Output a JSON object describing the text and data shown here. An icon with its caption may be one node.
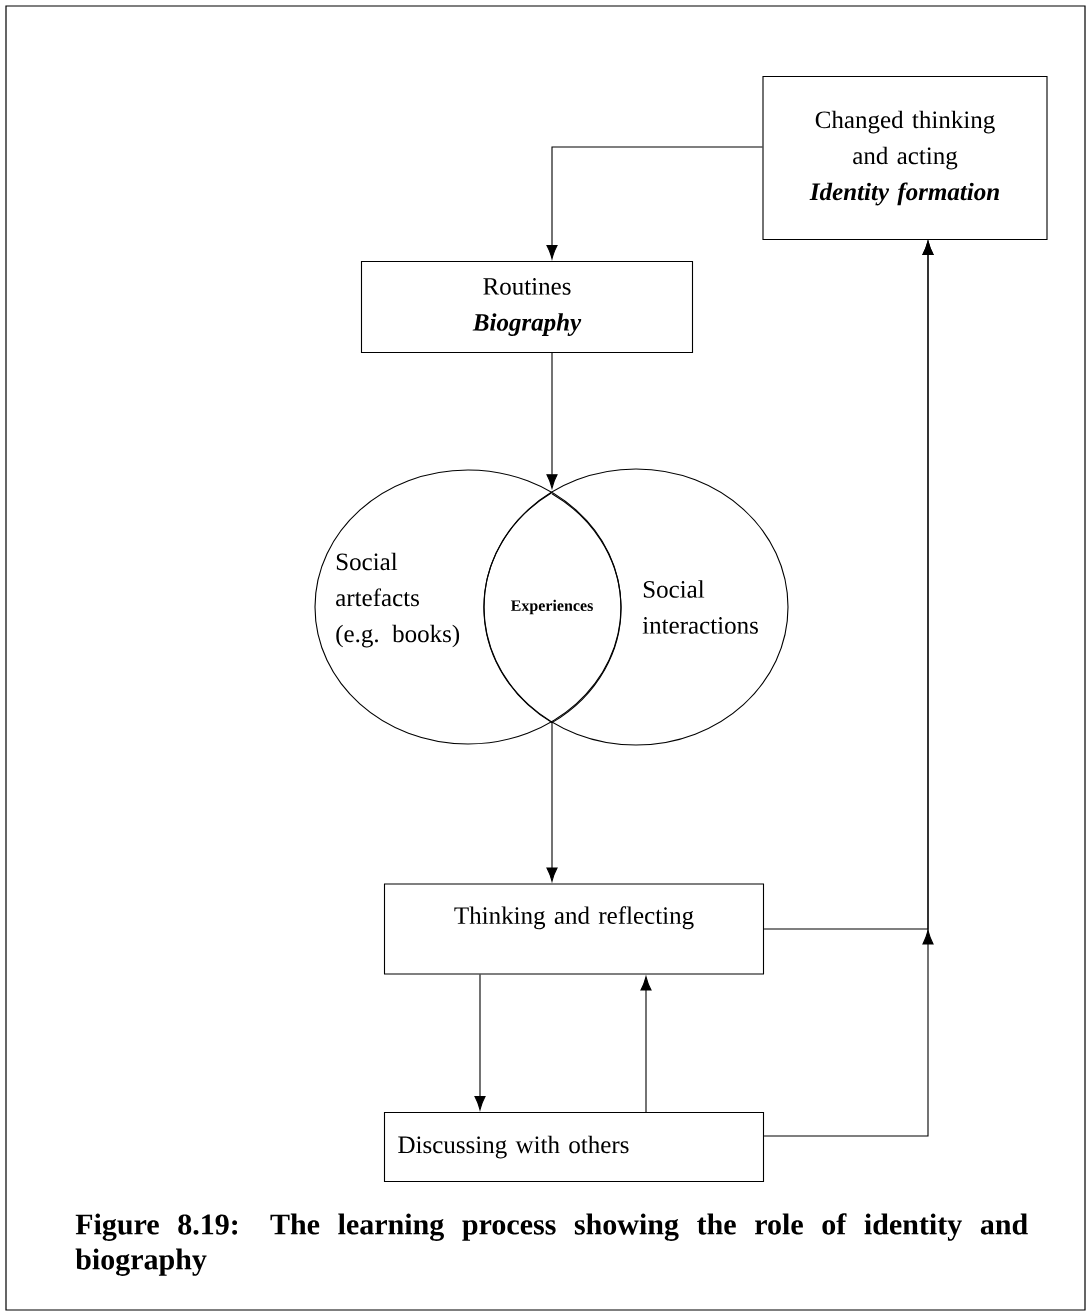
{
  "diagram": {
    "caption": "Figure 8.19: The learning process showing the role of identity and biography",
    "nodes": [
      {
        "text": [
          "Changed thinking and acting",
          "Identity formation"
        ]
      },
      {
        "text": [
          "Routines",
          "Biography"
        ]
      },
      {
        "text": [
          "Social artefacts (e.g. books)"
        ]
      },
      {
        "text": [
          "Social interactions"
        ]
      },
      {
        "text": [
          "Experiences"
        ]
      },
      {
        "text": [
          "Thinking and reflecting"
        ]
      },
      {
        "text": [
          "Discussing with others"
        ]
      }
    ],
    "edges": [
      {
        "from": 0,
        "to": 1,
        "arrow": "to"
      },
      {
        "from": 1,
        "to": 4,
        "arrow": "to"
      },
      {
        "from": 4,
        "to": 5,
        "arrow": "to"
      },
      {
        "from": 5,
        "to": 6,
        "arrow": "to"
      },
      {
        "from": 6,
        "to": 5,
        "arrow": "to"
      },
      {
        "from": 5,
        "to": 0,
        "arrow": "to"
      },
      {
        "from": 6,
        "to": 0,
        "arrow": "to"
      }
    ]
  }
}
